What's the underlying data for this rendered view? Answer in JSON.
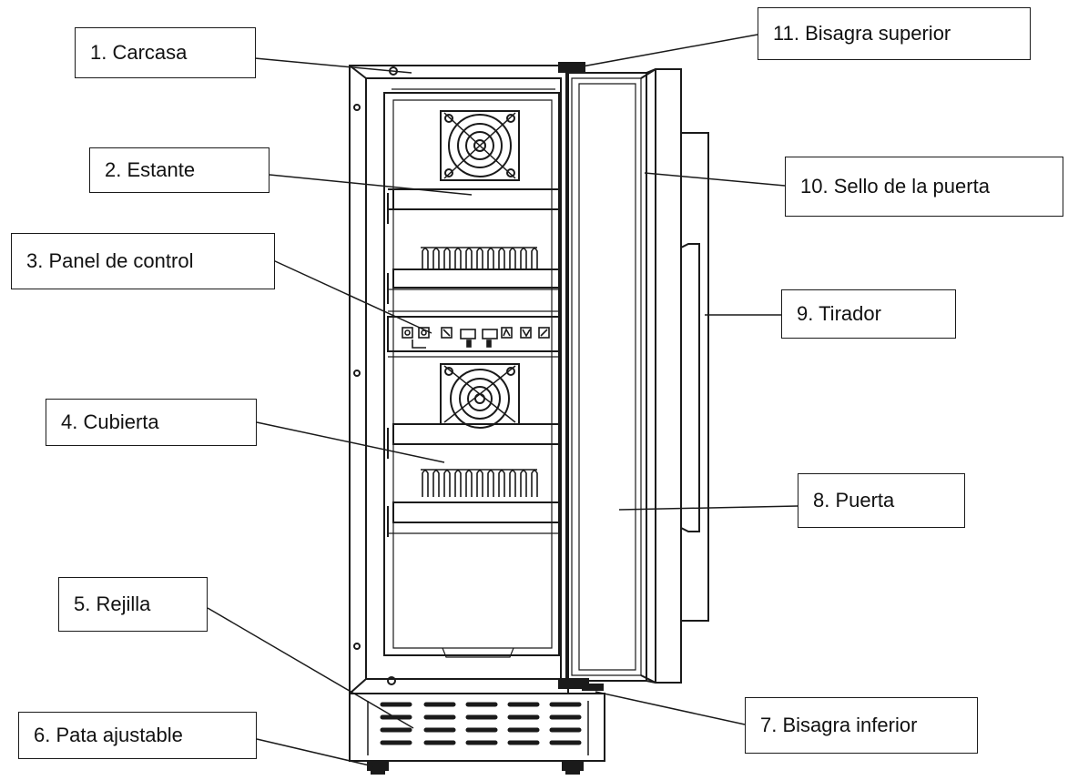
{
  "callouts": {
    "carcasa": "1. Carcasa",
    "estante": "2. Estante",
    "panel_control": "3. Panel de control",
    "cubierta": "4. Cubierta",
    "rejilla": "5. Rejilla",
    "pata_ajustable": "6. Pata ajustable",
    "bisagra_inferior": "7. Bisagra inferior",
    "puerta": "8. Puerta",
    "tirador": "9. Tirador",
    "sello_puerta": "10. Sello de la puerta",
    "bisagra_superior": "11. Bisagra superior"
  },
  "colors": {
    "line": "#1a1a1a",
    "background": "#ffffff"
  }
}
